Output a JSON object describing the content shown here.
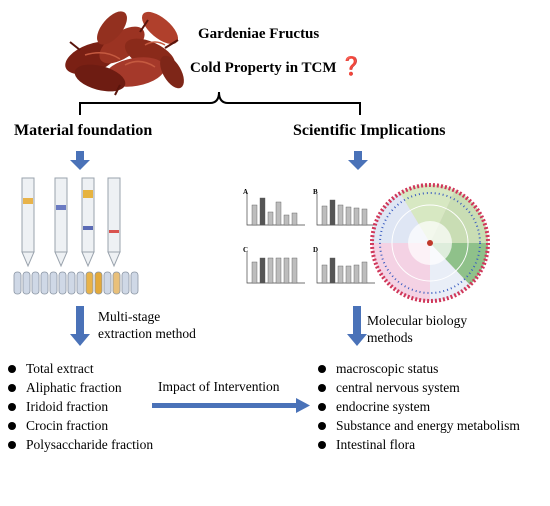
{
  "header": {
    "title_line1": "Gardeniae Fructus",
    "title_line2": "Cold Property in TCM",
    "question_mark": "❓"
  },
  "left": {
    "heading": "Material foundation",
    "method_line1": "Multi-stage",
    "method_line2": "extraction method",
    "items": [
      "Total extract",
      "Aliphatic fraction",
      "Iridoid fraction",
      "Crocin fraction",
      "Polysaccharide fraction"
    ]
  },
  "right": {
    "heading": "Scientific Implications",
    "method_line1": "Molecular biology",
    "method_line2": "methods",
    "items": [
      "macroscopic status",
      "central nervous system",
      "endocrine system",
      "Substance and energy metabolism",
      "Intestinal flora"
    ]
  },
  "middle": {
    "intervention_label": "Impact of Intervention"
  },
  "panels": [
    "A",
    "B",
    "C",
    "D"
  ],
  "colors": {
    "arrow": "#4a72b8",
    "fruit": "#8c2a1c",
    "accent_red": "#e01b1b"
  }
}
